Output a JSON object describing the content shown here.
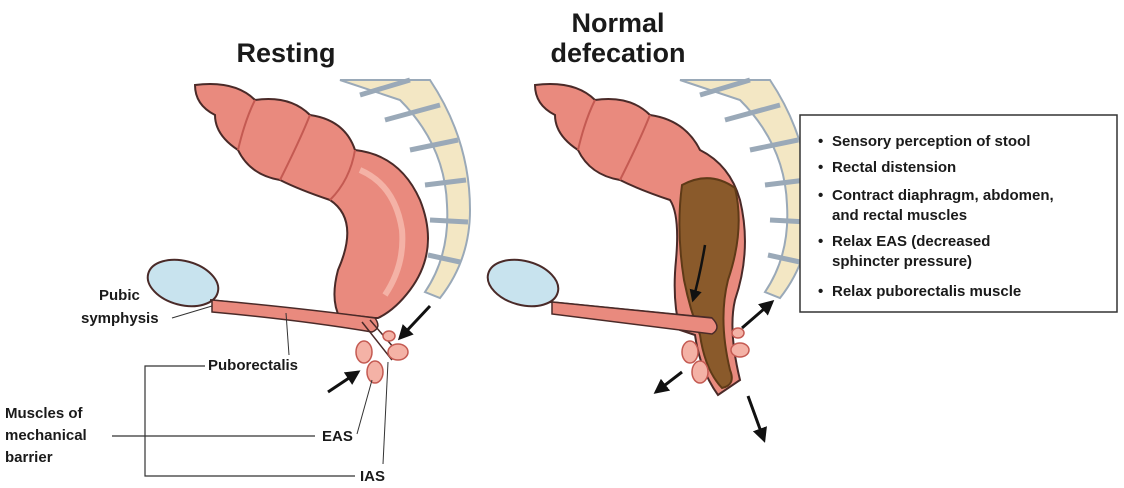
{
  "panels": {
    "resting": {
      "title": "Resting"
    },
    "defecation": {
      "title_line1": "Normal",
      "title_line2": "defecation"
    }
  },
  "labels": {
    "pubic_symphysis_1": "Pubic",
    "pubic_symphysis_2": "symphysis",
    "puborectalis": "Puborectalis",
    "eas": "EAS",
    "ias": "IAS",
    "barrier_1": "Muscles of",
    "barrier_2": "mechanical",
    "barrier_3": "barrier"
  },
  "steps": [
    {
      "bullet": "•",
      "line1": "Sensory perception of stool",
      "line2": ""
    },
    {
      "bullet": "•",
      "line1": "Rectal distension",
      "line2": ""
    },
    {
      "bullet": "•",
      "line1": "Contract diaphragm, abdomen,",
      "line2": "and rectal muscles"
    },
    {
      "bullet": "•",
      "line1": "Relax EAS (decreased",
      "line2": "sphincter pressure)"
    },
    {
      "bullet": "•",
      "line1": "Relax puborectalis muscle",
      "line2": ""
    }
  ],
  "colors": {
    "colon": "#e98a7e",
    "colon_dark": "#c45a52",
    "colon_light": "#f4b2a6",
    "outline": "#4a2a28",
    "stool": "#8a5a2b",
    "stool_dark": "#5e3a17",
    "bone": "#f3e7c4",
    "bone_line": "#9aa9b8",
    "cartilage": "#c8e3ee"
  }
}
